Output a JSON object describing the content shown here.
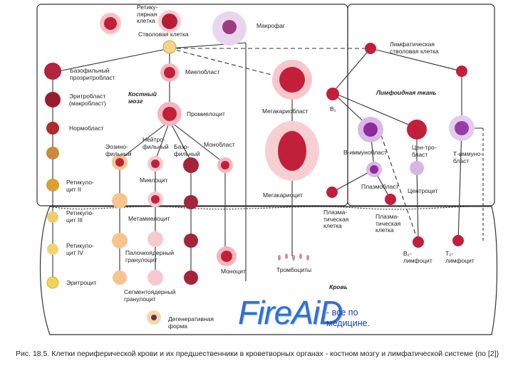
{
  "labels": {
    "reticular_cell": "Ретику-\nлярная\nклетка",
    "stem_cell": "Стволовая клетка",
    "macrophage": "Макрофаг",
    "lymph_stem": "Лимфатическая\nстволовая клетка",
    "basophilic_proerythroblast": "Базофильный\nпроэритробласт",
    "myeloblast": "Миелобласт",
    "bone_marrow": "Костный\nмозг",
    "erythroblast": "Эритробласт\n(макробласт)",
    "normoblast": "Нормобласт",
    "promyelocyte": "Промиелоцит",
    "megakaryoblast": "Мегакариобласт",
    "b1": "B₁",
    "lymphoid_tissue": "Лимфоидная ткань",
    "eosinophilic": "Эозино-\nфильный",
    "neutrophilic": "Нейтро-\nфильный",
    "basophilic": "Базо-\nфильный",
    "monoblast": "Монобласт",
    "b_immunoblast": "B-иммунобласт",
    "centroblast": "Цен-тро-\nбласт",
    "t_immunoblast": "Т-иммуно-\nбласт",
    "reticulocyte2": "Ретикуло-\nцит II",
    "myelocyte": "Миелоцит",
    "plasmoblast": "Плазмобласт",
    "centrocyte": "Центроцит",
    "megakaryocyte": "Мегакариоцит",
    "reticulocyte3": "Ретикуло-\nцит III",
    "metamyelocyte": "Метамиелоцит",
    "plasma_cell1": "Плазма-\nтическая\nклетка",
    "plasma_cell2": "Плазма-\nтическая\nклетка",
    "reticulocyte4": "Ретикуло-\nцит IV",
    "band_granulocyte": "Палочкоядерный\nгранулоцит",
    "monocyte": "Моноцит",
    "thrombocytes": "Тромбоциты",
    "b2_lymphocyte": "B₂-\nлимфоцит",
    "t2_lymphocyte": "T₂-\nлимфоцит",
    "erythrocyte": "Эритроцит",
    "segmented_granulocyte": "Сегментоядерный\nгранулоцит",
    "blood": "Кровь",
    "degenerative_form": "Дегенеративная\nформа"
  },
  "watermark": {
    "brand": "FireAiD",
    "tagline": "- все по\nмедицине."
  },
  "caption": "Рис. 18.5. Клетки периферической крови и их предшественники в кроветворных органах - костном мозгу и лимфатической системе (по [2])",
  "colors": {
    "nucleus": "#c21f3a",
    "cytoplasm_pink": "#f4b7be",
    "cytoplasm_lilac": "#d9b8e6",
    "nucleus_purple": "#8e2a9c",
    "eryth_yellow": "#f3d25a",
    "line": "#333333",
    "watermark": "#2f6fd6"
  }
}
